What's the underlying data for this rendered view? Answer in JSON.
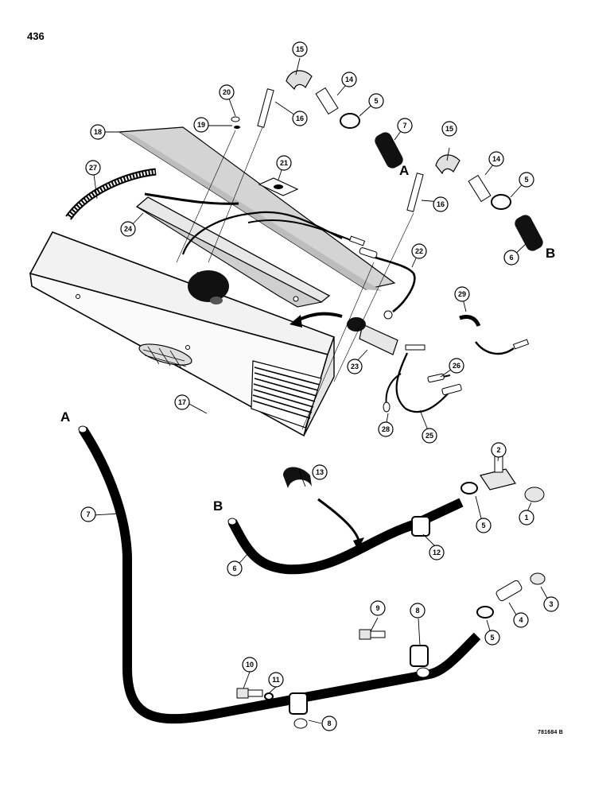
{
  "page_number": "436",
  "ref_code": "781684 B",
  "connection_letters": [
    "A",
    "B",
    "A",
    "B"
  ],
  "callouts": [
    "1",
    "2",
    "3",
    "4",
    "5",
    "5",
    "5",
    "5",
    "6",
    "6",
    "7",
    "7",
    "8",
    "8",
    "9",
    "10",
    "11",
    "12",
    "13",
    "14",
    "14",
    "15",
    "15",
    "16",
    "16",
    "17",
    "18",
    "19",
    "20",
    "21",
    "22",
    "23",
    "24",
    "25",
    "26",
    "27",
    "28",
    "29"
  ]
}
